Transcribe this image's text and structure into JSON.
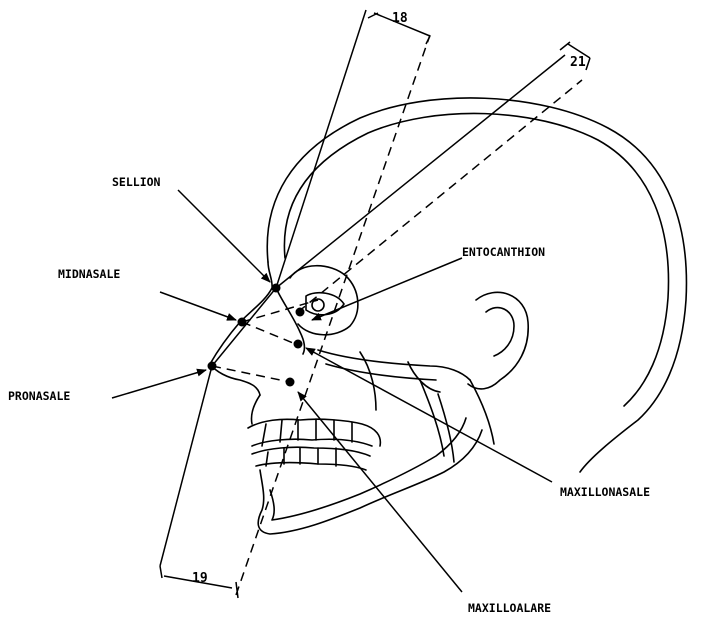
{
  "labels": {
    "sellion": "SELLION",
    "entocanthion": "ENTOCANTHION",
    "midnasale": "MIDNASALE",
    "pronasale": "PRONASALE",
    "maxillonasale": "MAXILLONASALE",
    "maxilloalare": "MAXILLOALARE"
  },
  "angles": {
    "top": "18",
    "right": "21",
    "bottom": "19"
  }
}
